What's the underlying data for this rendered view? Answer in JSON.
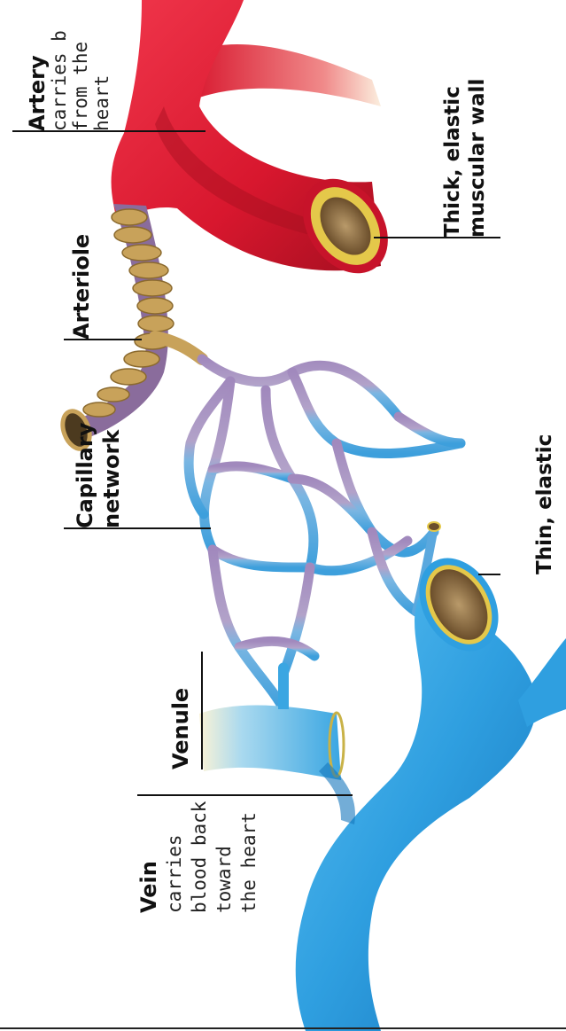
{
  "labels": {
    "artery": {
      "title": "Artery",
      "lines": [
        "carries b",
        "from the",
        "heart"
      ]
    },
    "arteriole": {
      "title": "Arteriole"
    },
    "capillary": {
      "lines": [
        "Capillary",
        "network"
      ]
    },
    "venule": {
      "title": "Venule"
    },
    "vein": {
      "title": "Vein",
      "lines": [
        "carries",
        "blood back",
        "toward",
        "the heart"
      ]
    },
    "thick_wall": {
      "lines": [
        "Thick, elastic",
        "muscular wall"
      ]
    },
    "thin_wall": {
      "lines": [
        "Thin, elastic"
      ]
    }
  },
  "colors": {
    "artery": "#d8172e",
    "artery_shadow": "#9e0d1c",
    "arteriole_band": "#c8a25a",
    "capillary_red": "#9b7fb4",
    "capillary_blue": "#5aa8de",
    "vein": "#2f9fe0",
    "vein_dark": "#1676bd",
    "wall_ring": "#e4c84a"
  }
}
